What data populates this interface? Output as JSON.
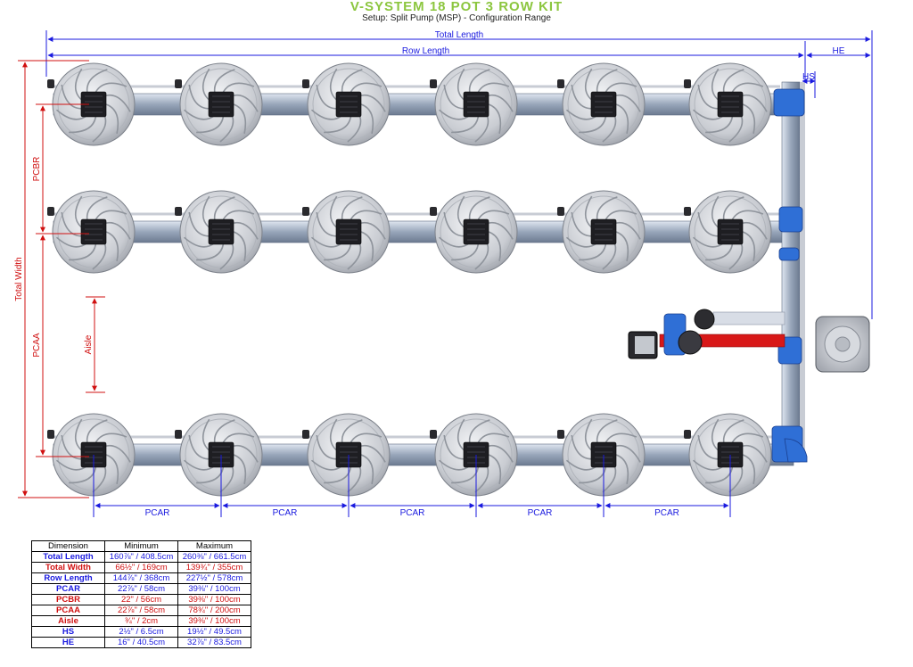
{
  "header": {
    "title": "V-SYSTEM 18 POT 3 ROW KIT",
    "subtitle": "Setup: Split Pump (MSP) - Configuration Range"
  },
  "labels": {
    "total_length": "Total Length",
    "row_length": "Row Length",
    "he": "HE",
    "hs": "HS",
    "total_width": "Total Width",
    "pcbr": "PCBR",
    "pcaa": "PCAA",
    "aisle": "Aisle",
    "pcar": "PCAR"
  },
  "colors": {
    "title": "#8cc63f",
    "dim_blue": "#1a1adf",
    "dim_red": "#d01010",
    "pipe_blue": "#2f6fd6",
    "pipe_red": "#d81818"
  },
  "table": {
    "headers": [
      "Dimension",
      "Minimum",
      "Maximum"
    ],
    "rows": [
      {
        "name": "Total Length",
        "min": "160⅞\" / 408.5cm",
        "max": "260⅜\" / 661.5cm",
        "color": "blue"
      },
      {
        "name": "Total Width",
        "min": "66½\" / 169cm",
        "max": "139¾\" / 355cm",
        "color": "red"
      },
      {
        "name": "Row Length",
        "min": "144⅞\" / 368cm",
        "max": "227½\" / 578cm",
        "color": "blue"
      },
      {
        "name": "PCAR",
        "min": "22⅞\" / 58cm",
        "max": "39⅜\" / 100cm",
        "color": "blue"
      },
      {
        "name": "PCBR",
        "min": "22\" / 56cm",
        "max": "39⅜\" / 100cm",
        "color": "red"
      },
      {
        "name": "PCAA",
        "min": "22⅞\" / 58cm",
        "max": "78¾\" / 200cm",
        "color": "red"
      },
      {
        "name": "Aisle",
        "min": "¾\" / 2cm",
        "max": "39⅜\" / 100cm",
        "color": "red"
      },
      {
        "name": "HS",
        "min": "2½\" / 6.5cm",
        "max": "19½\" / 49.5cm",
        "color": "blue"
      },
      {
        "name": "HE",
        "min": "16\" / 40.5cm",
        "max": "32⅞\" / 83.5cm",
        "color": "blue"
      }
    ]
  }
}
